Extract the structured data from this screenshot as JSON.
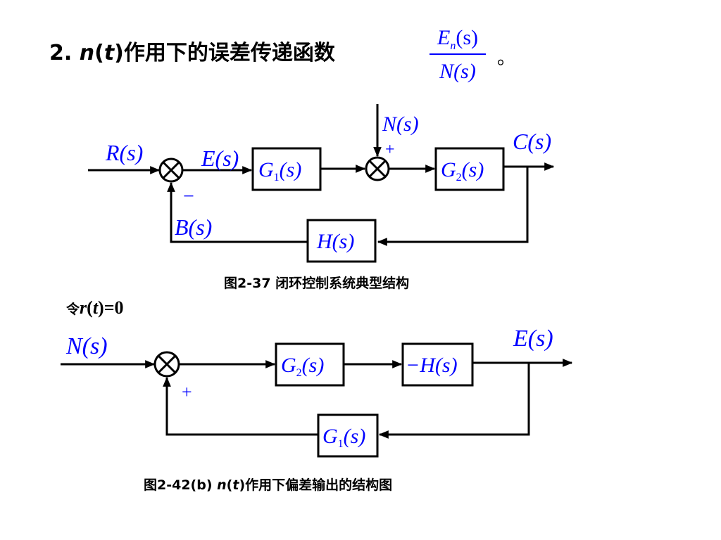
{
  "heading": {
    "number": "2.",
    "n": "n",
    "t": "t",
    "text": "作用下的误差传递函数",
    "frac_num_main": "E",
    "frac_num_sub": "n",
    "frac_num_arg": "(s)",
    "frac_den": "N(s)",
    "period": "。"
  },
  "diagram1": {
    "caption": "图2-37  闭环控制系统典型结构",
    "input": "R(s)",
    "error": "E(s)",
    "feedback_signal": "B(s)",
    "disturbance": "N(s)",
    "output": "C(s)",
    "block_g1_main": "G",
    "block_g1_sub": "1",
    "block_g1_arg": "(s)",
    "block_g2_main": "G",
    "block_g2_sub": "2",
    "block_g2_arg": "(s)",
    "block_h": "H(s)",
    "sign_minus": "−",
    "sign_plus": "+"
  },
  "condition": {
    "prefix": "令",
    "r": "r",
    "t": "t",
    "suffix": ")=0"
  },
  "diagram2": {
    "caption_prefix": "图2-42(b)",
    "caption_n": "n",
    "caption_t": "t",
    "caption_suffix": "作用下偏差输出的结构图",
    "input": "N(s)",
    "output": "E(s)",
    "block_g2_main": "G",
    "block_g2_sub": "2",
    "block_g2_arg": "(s)",
    "block_negh": "−H(s)",
    "block_g1_main": "G",
    "block_g1_sub": "1",
    "block_g1_arg": "(s)",
    "sign_plus": "+"
  },
  "colors": {
    "label_blue": "#0000ff",
    "line": "#000000"
  }
}
